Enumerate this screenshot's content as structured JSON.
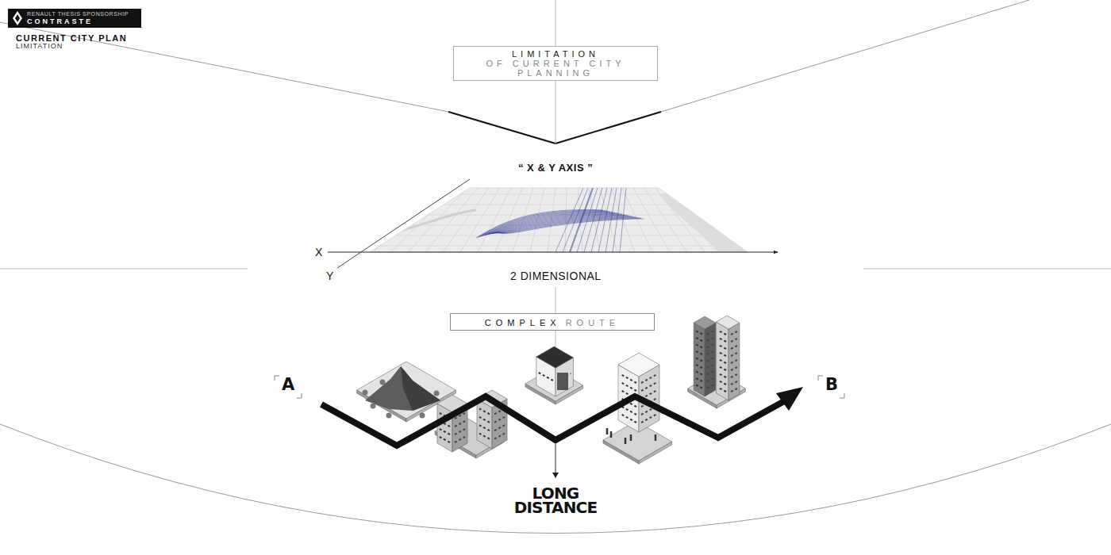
{
  "diagram": {
    "nodes": [
      {
        "text": [
          "RENAULT THESIS SPONSORSHIP",
          "CONTRASTE"
        ]
      },
      {
        "text": [
          "LIMITATION",
          "OF CURRENT CITY PLANNING"
        ]
      },
      {
        "text": [
          "COMPLEX",
          "ROUTE"
        ]
      }
    ],
    "labels": [
      "CURRENT CITY PLAN",
      "LIMITATION",
      "“ X & Y AXIS ”",
      "X",
      "Y",
      "2 DIMENSIONAL",
      "A",
      "B",
      "LONG DISTANCE"
    ]
  }
}
